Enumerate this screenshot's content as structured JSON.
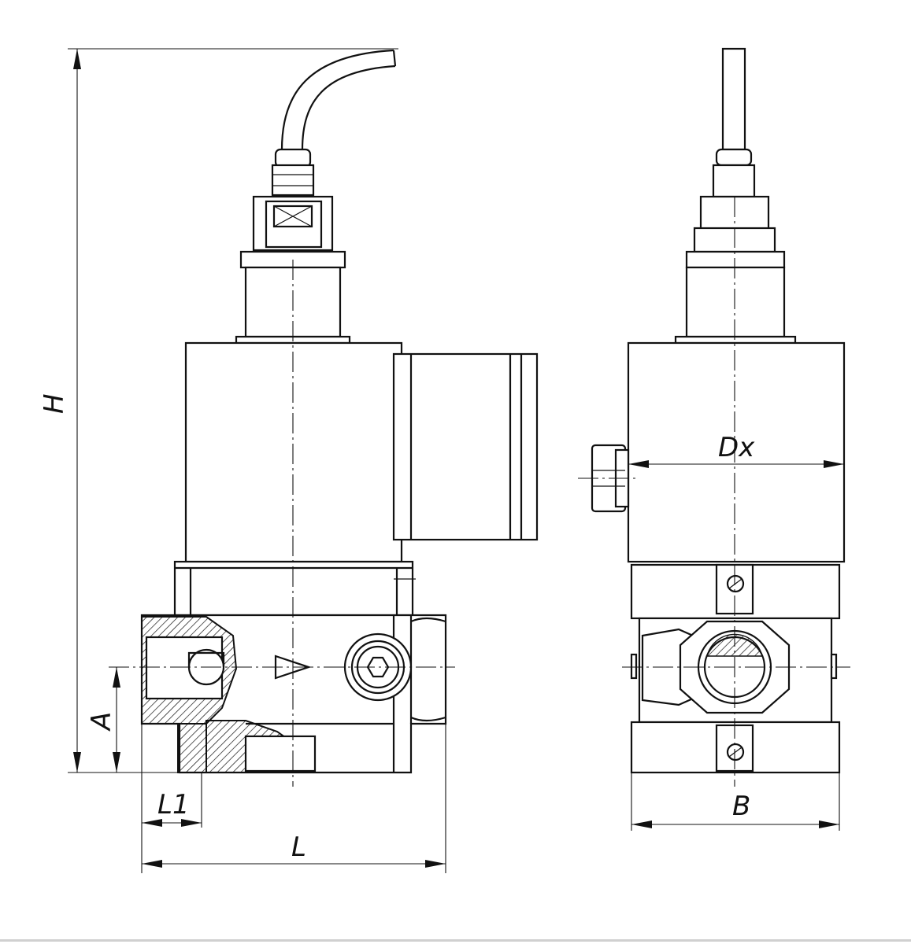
{
  "diagram": {
    "labels": {
      "H": "H",
      "A": "A",
      "L1": "L1",
      "L": "L",
      "Dx": "Dx",
      "B": "B"
    },
    "colors": {
      "line": "#111111",
      "background": "#ffffff"
    }
  }
}
